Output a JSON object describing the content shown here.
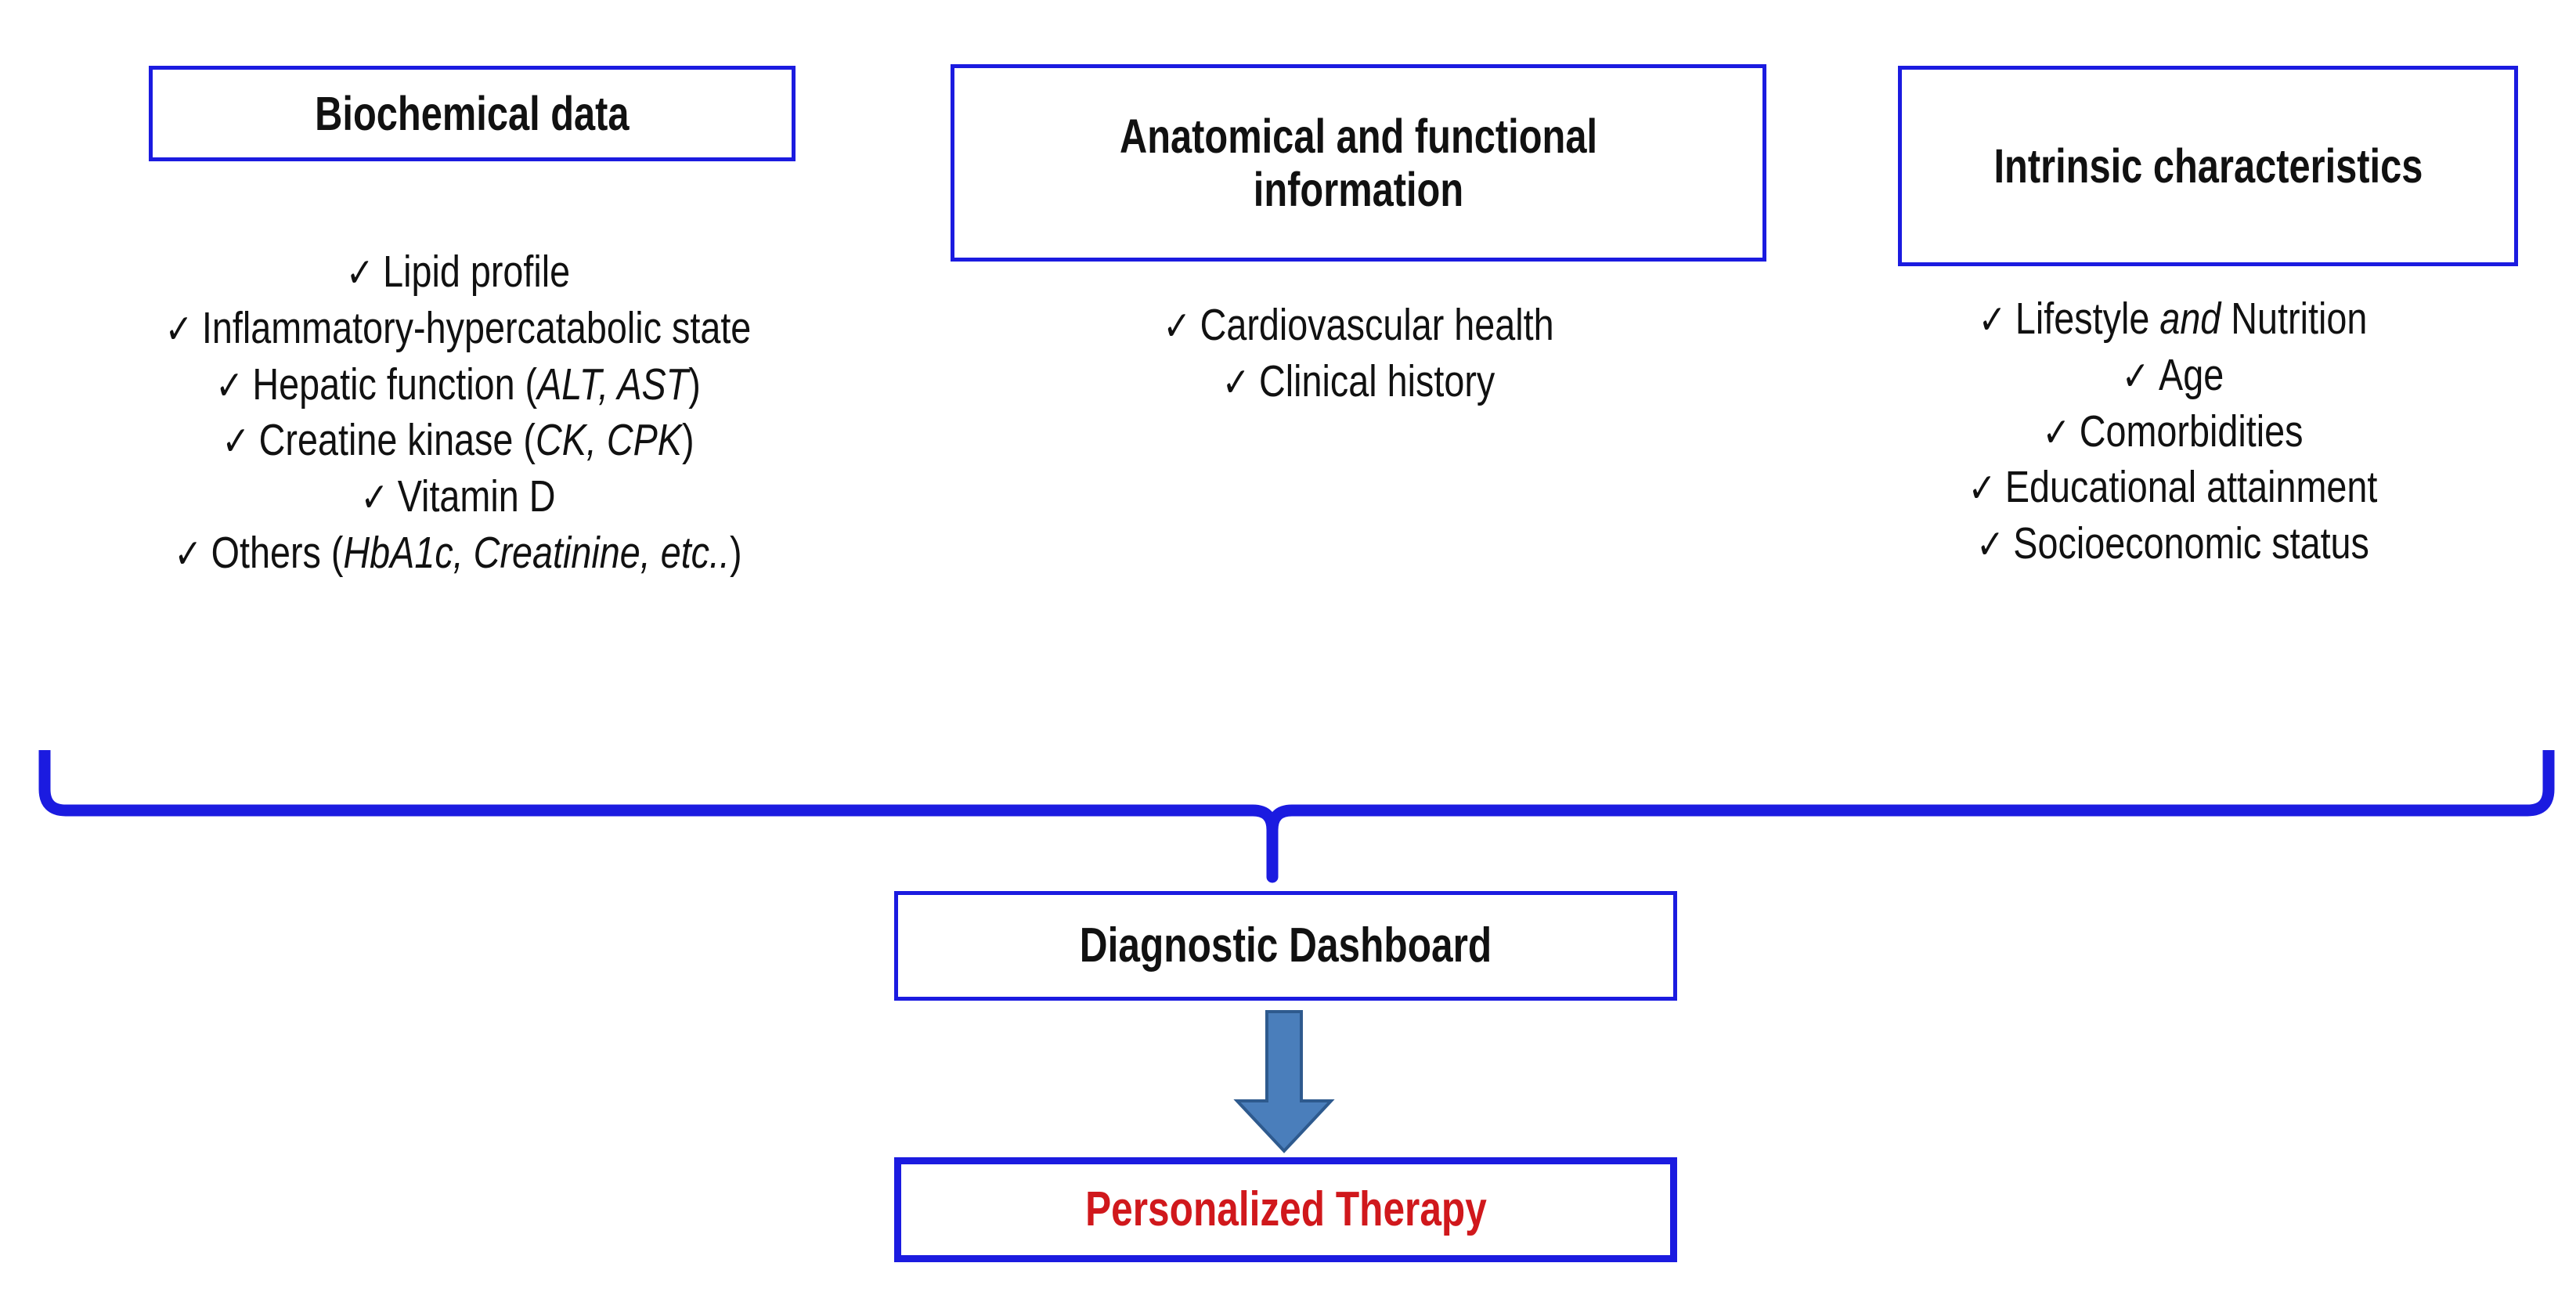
{
  "diagram": {
    "type": "flow-diagram",
    "title": "Diagnostic Dashboard inputs leading to Personalized Therapy",
    "colors": {
      "box_border_blue": "#1b1be0",
      "brace_blue": "#1b1be0",
      "arrow_fill": "#4a7ebb",
      "arrow_stroke": "#2e5a8e",
      "header_text": "#111111",
      "therapy_text": "#d0181c",
      "background": "#ffffff"
    },
    "columns": [
      {
        "id": "biochemical",
        "header": "Biochemical data",
        "bullet_icon": "check-icon",
        "items": [
          {
            "text": "Lipid profile",
            "italic_parts": []
          },
          {
            "text": "Inflammatory-hypercatabolic state",
            "italic_parts": []
          },
          {
            "text": "Hepatic function (ALT, AST)",
            "italic_parts": [
              "ALT, AST"
            ]
          },
          {
            "text": "Creatine kinase (CK, CPK)",
            "italic_parts": [
              "CK, CPK"
            ]
          },
          {
            "text": "Vitamin D",
            "italic_parts": []
          },
          {
            "text": "Others (HbA1c, Creatinine, etc..)",
            "italic_parts": [
              "HbA1c, Creatinine, etc.."
            ]
          }
        ]
      },
      {
        "id": "anatomical",
        "header": "Anatomical and functional information",
        "bullet_icon": "check-icon",
        "items": [
          {
            "text": "Cardiovascular health",
            "italic_parts": []
          },
          {
            "text": "Clinical history",
            "italic_parts": []
          }
        ]
      },
      {
        "id": "intrinsic",
        "header": "Intrinsic characteristics",
        "bullet_icon": "check-icon",
        "items": [
          {
            "text": "Lifestyle and Nutrition",
            "italic_parts": [
              "and"
            ]
          },
          {
            "text": "Age",
            "italic_parts": []
          },
          {
            "text": "Comorbidities",
            "italic_parts": []
          },
          {
            "text": "Educational attainment",
            "italic_parts": []
          },
          {
            "text": "Socioeconomic status",
            "italic_parts": []
          }
        ]
      }
    ],
    "connector": {
      "brace_label": "curly-brace-connector",
      "arrow_label": "down-arrow-connector"
    },
    "outcome": {
      "dashboard_label": "Diagnostic Dashboard",
      "therapy_label": "Personalized Therapy"
    },
    "bullet_glyph": "✓"
  }
}
